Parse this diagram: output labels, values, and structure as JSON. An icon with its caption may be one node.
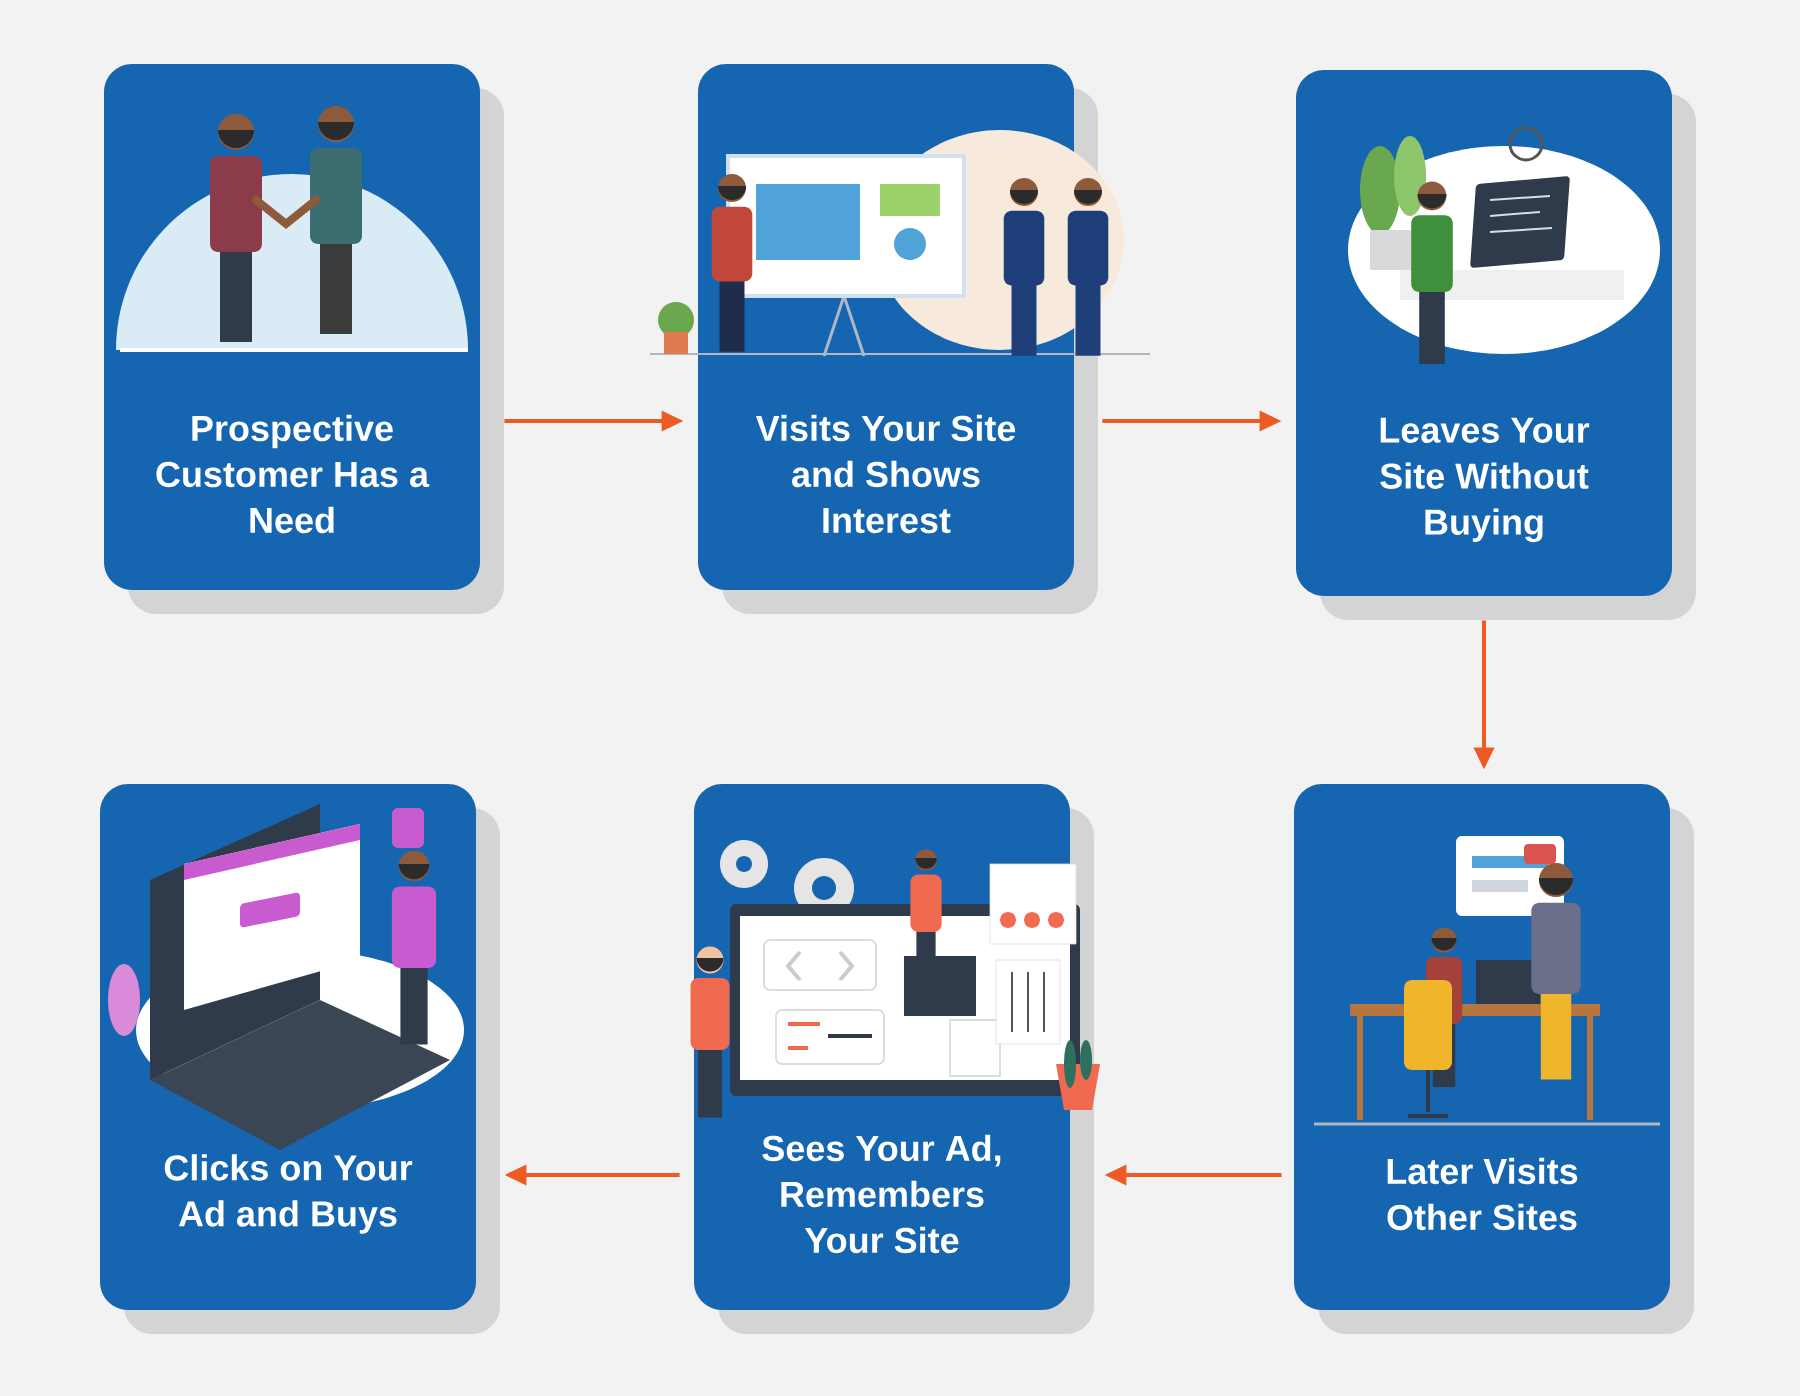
{
  "diagram": {
    "nodes": [
      {
        "text": [
          "Prospective Customer Has a Need"
        ]
      },
      {
        "text": [
          "Visits Your Site and Shows Interest"
        ]
      },
      {
        "text": [
          "Leaves Your Site Without Buying"
        ]
      },
      {
        "text": [
          "Later Visits Other Sites"
        ]
      },
      {
        "text": [
          "Sees Your Ad, Remembers Your Site"
        ]
      },
      {
        "text": [
          "Clicks on Your Ad and Buys"
        ]
      }
    ],
    "edges": [
      {
        "from": 0,
        "to": 1,
        "arrow": "to"
      },
      {
        "from": 1,
        "to": 2,
        "arrow": "to"
      },
      {
        "from": 2,
        "to": 3,
        "arrow": "to"
      },
      {
        "from": 3,
        "to": 4,
        "arrow": "to"
      },
      {
        "from": 4,
        "to": 5,
        "arrow": "to"
      }
    ]
  }
}
